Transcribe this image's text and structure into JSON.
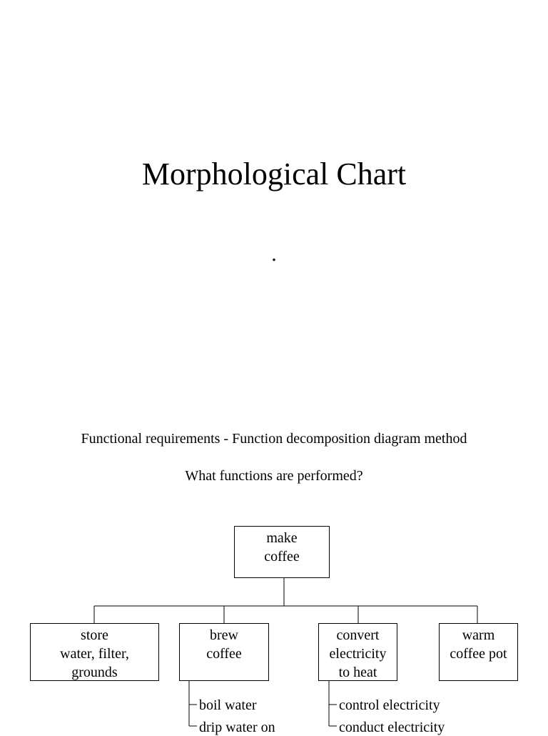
{
  "title": "Morphological Chart",
  "subtitle": ".",
  "heading": "Functional requirements - Function decomposition diagram method",
  "question": "What functions are performed?",
  "tree": {
    "root": "make\ncoffee",
    "children": [
      "store\nwater, filter,\ngrounds",
      "brew\ncoffee",
      "convert\nelectricity\nto heat",
      "warm\ncoffee pot"
    ],
    "brew_subfunctions": [
      "boil water",
      "drip water on"
    ],
    "convert_subfunctions": [
      "control electricity",
      "conduct electricity"
    ]
  }
}
